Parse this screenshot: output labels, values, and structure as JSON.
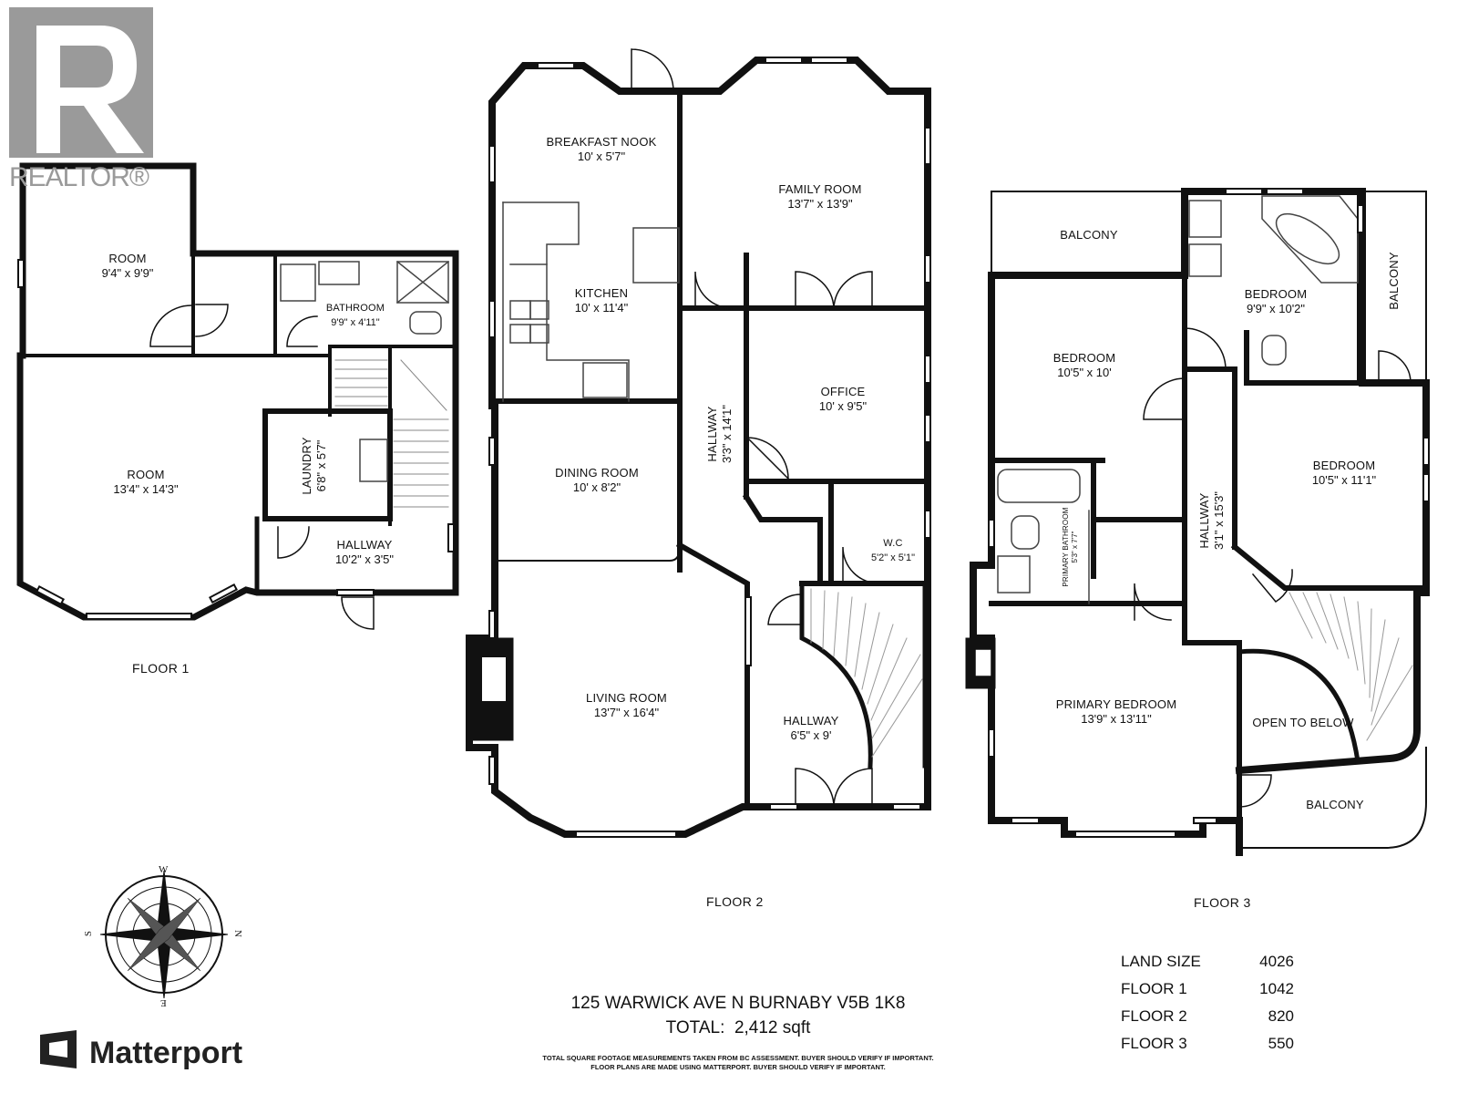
{
  "branding": {
    "realtor_logo_text": "REALTOR®",
    "matterport": "Matterport"
  },
  "floors": [
    {
      "title": "FLOOR 1",
      "rooms": [
        {
          "name": "ROOM",
          "dims": "9'4\" x 9'9\""
        },
        {
          "name": "BATHROOM",
          "dims": "9'9\" x 4'11\""
        },
        {
          "name": "ROOM",
          "dims": "13'4\" x 14'3\""
        },
        {
          "name": "LAUNDRY",
          "dims": "6'8\" x 5'7\""
        },
        {
          "name": "HALLWAY",
          "dims": "10'2\" x 3'5\""
        }
      ]
    },
    {
      "title": "FLOOR 2",
      "rooms": [
        {
          "name": "BREAKFAST NOOK",
          "dims": "10' x 5'7\""
        },
        {
          "name": "FAMILY ROOM",
          "dims": "13'7\" x 13'9\""
        },
        {
          "name": "KITCHEN",
          "dims": "10' x 11'4\""
        },
        {
          "name": "OFFICE",
          "dims": "10' x 9'5\""
        },
        {
          "name": "HALLWAY",
          "dims": "3'3\" x 14'1\""
        },
        {
          "name": "DINING ROOM",
          "dims": "10' x 8'2\""
        },
        {
          "name": "W.C",
          "dims": "5'2\" x 5'1\""
        },
        {
          "name": "LIVING ROOM",
          "dims": "13'7\" x 16'4\""
        },
        {
          "name": "HALLWAY",
          "dims": "6'5\" x 9'"
        }
      ]
    },
    {
      "title": "FLOOR 3",
      "rooms": [
        {
          "name": "BALCONY",
          "dims": ""
        },
        {
          "name": "BEDROOM",
          "dims": "9'9\" x 10'2\""
        },
        {
          "name": "BALCONY",
          "dims": ""
        },
        {
          "name": "BEDROOM",
          "dims": "10'5\" x 10'"
        },
        {
          "name": "BEDROOM",
          "dims": "10'5\" x 11'1\""
        },
        {
          "name": "HALLWAY",
          "dims": "3'1\" x 15'3\""
        },
        {
          "name": "PRIMARY BATHROOM",
          "dims": "5'3\" x 7'7\""
        },
        {
          "name": "PRIMARY BEDROOM",
          "dims": "13'9\" x 13'11\""
        },
        {
          "name": "OPEN TO BELOW",
          "dims": ""
        },
        {
          "name": "BALCONY",
          "dims": ""
        }
      ]
    }
  ],
  "compass": {
    "north": "N",
    "south": "S",
    "east": "E",
    "west": "W"
  },
  "address": "125 WARWICK AVE N BURNABY V5B 1K8",
  "total_label": "TOTAL:",
  "total_value": "2,412 sqft",
  "disclaimer_1": "TOTAL SQUARE FOOTAGE MEASUREMENTS TAKEN FROM BC ASSESSMENT. BUYER SHOULD VERIFY IF IMPORTANT.",
  "disclaimer_2": "FLOOR PLANS ARE MADE USING MATTERPORT. BUYER SHOULD VERIFY IF IMPORTANT.",
  "areas": [
    {
      "label": "LAND SIZE",
      "value": "4026"
    },
    {
      "label": "FLOOR 1",
      "value": "1042"
    },
    {
      "label": "FLOOR 2",
      "value": "820"
    },
    {
      "label": "FLOOR 3",
      "value": "550"
    }
  ]
}
